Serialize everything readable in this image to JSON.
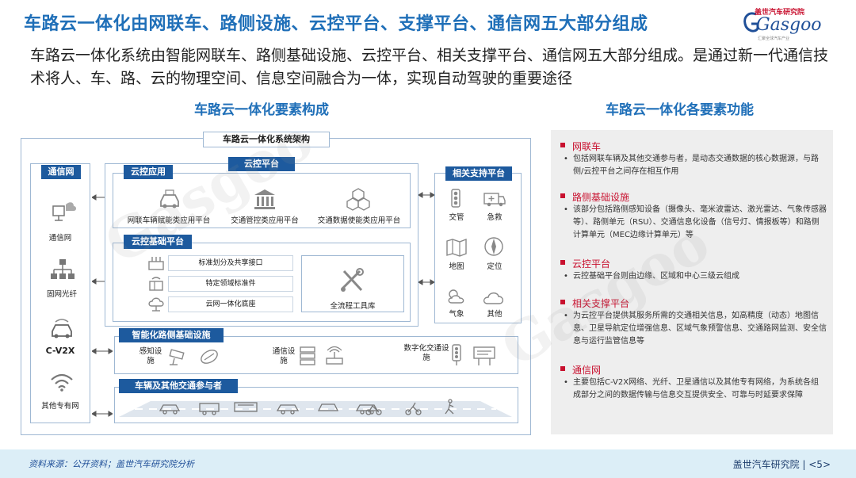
{
  "header": {
    "title": "车路云一体化由网联车、路侧设施、云控平台、支撑平台、通信网五大部分组成",
    "logo_cn": "盖世汽车研究院",
    "logo_en": "Gasgoo",
    "logo_sub": "汇聚全球汽车产业"
  },
  "intro": "车路云一体化系统由智能网联车、路侧基础设施、云控平台、相关支撑平台、通信网五大部分组成。是通过新一代通信技术将人、车、路、云的物理空间、信息空间融合为一体，实现自动驾驶的重要途径",
  "left_heading": "车路云一体化要素构成",
  "right_heading": "车路云一体化各要素功能",
  "diagram": {
    "arch_title": "车路云一体化系统架构",
    "network": {
      "title": "通信网",
      "items": [
        "通信网",
        "固网光纤",
        "C-V2X",
        "其他专有网"
      ]
    },
    "cloud_platform": {
      "title": "云控平台",
      "apps_title": "云控应用",
      "apps": [
        "网联车辆赋能类应用平台",
        "交通管控类应用平台",
        "交通数据使能类应用平台"
      ],
      "base_title": "云控基础平台",
      "base_items": [
        "标准划分及共享接口",
        "特定领域标准件",
        "云网一体化底座"
      ],
      "toolchain": "全流程工具库"
    },
    "support": {
      "title": "相关支持平台",
      "items": [
        "交管",
        "急救",
        "地图",
        "定位",
        "气象",
        "其他"
      ]
    },
    "roadside": {
      "title": "智能化路侧基础设施",
      "items": [
        "感知设施",
        "通信设施",
        "数字化交通设施"
      ]
    },
    "vehicles": {
      "title": "车辆及其他交通参与者"
    }
  },
  "functions": [
    {
      "title": "网联车",
      "body": "包括网联车辆及其他交通参与者，是动态交通数据的核心数据源，与路侧/云控平台之间存在相互作用"
    },
    {
      "title": "路侧基础设施",
      "body": "该部分包括路侧感知设备（摄像头、毫米波雷达、激光雷达、气象传感器等）、路侧单元（RSU）、交通信息化设备（信号灯、情报板等）和路侧计算单元（MEC边缘计算单元）等"
    },
    {
      "title": "云控平台",
      "body": "云控基础平台则由边缘、区域和中心三级云组成"
    },
    {
      "title": "相关支撑平台",
      "body": "为云控平台提供其服务所需的交通相关信息，如高精度（动态）地图信息、卫星导航定位增强信息、区域气象预警信息、交通路网监测、安全信息与运行监管信息等"
    },
    {
      "title": "通信网",
      "body": "主要包括C-V2X网络、光纤、卫星通信以及其他专有网络，为系统各组成部分之间的数据传输与信息交互提供安全、可靠与时延要求保障"
    }
  ],
  "footer": {
    "source": "资料来源：公开资料；盖世汽车研究院分析",
    "brand": "盖世汽车研究院 | <5>"
  }
}
